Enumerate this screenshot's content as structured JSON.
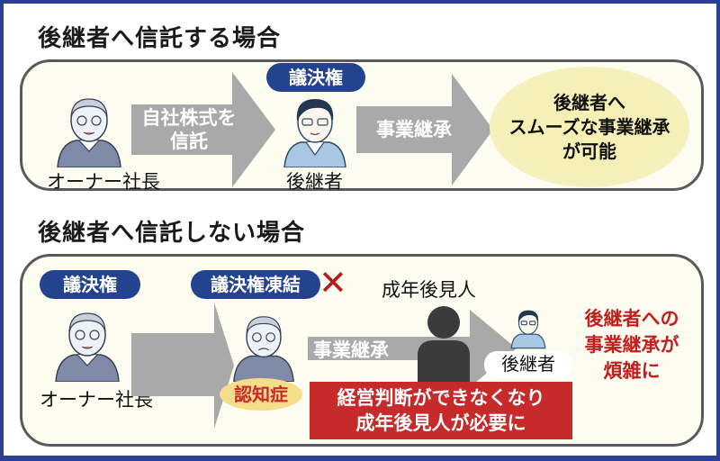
{
  "colors": {
    "border_frame": "#2b3f94",
    "panel_bg": "#fdfcf0",
    "panel_border": "#5a5a5a",
    "pill_bg": "#24438f",
    "arrow_gray": "#a9a9a9",
    "result_ellipse": "#f5efb8",
    "alert_red": "#c62a2a",
    "dementia_badge": "#f6dd8a",
    "guardian_silhouette": "#3b3b3b"
  },
  "section_trust": {
    "title": "後継者へ信託する場合",
    "owner_label": "オーナー社長",
    "arrow1_text_line1": "自社株式を",
    "arrow1_text_line2": "信託",
    "voting_rights_pill": "議決権",
    "successor_label": "後継者",
    "arrow2_text": "事業継承",
    "result_line1": "後継者へ",
    "result_line2": "スムーズな事業継承",
    "result_line3": "が可能"
  },
  "section_no_trust": {
    "title": "後継者へ信託しない場合",
    "voting_rights_pill": "議決権",
    "owner_label": "オーナー社長",
    "frozen_pill": "議決権凍結",
    "frozen_mark": "✕",
    "dementia_badge": "認知症",
    "guardian_label": "成年後見人",
    "arrow_text": "事業継承",
    "successor_label": "後継者",
    "alert_line1": "経営判断ができなくなり",
    "alert_line2": "成年後見人が必要に",
    "result_line1": "後継者への",
    "result_line2": "事業継承が",
    "result_line3": "煩雑に"
  }
}
